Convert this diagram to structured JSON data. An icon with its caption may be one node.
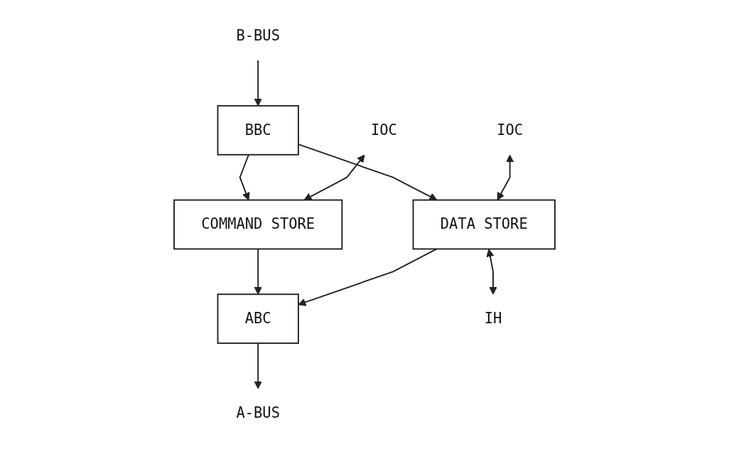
{
  "diagram": {
    "nodes": [
      {
        "text": [
          "B-BUS"
        ]
      },
      {
        "text": [
          "BBC"
        ]
      },
      {
        "text": [
          "COMMAND STORE"
        ]
      },
      {
        "text": [
          "DATA STORE"
        ]
      },
      {
        "text": [
          "ABC"
        ]
      },
      {
        "text": [
          "A-BUS"
        ]
      },
      {
        "text": [
          "IOC"
        ]
      },
      {
        "text": [
          "IOC"
        ]
      },
      {
        "text": [
          "IH"
        ]
      }
    ],
    "edges": [
      {
        "from": 0,
        "to": 1,
        "arrow": "to"
      },
      {
        "from": 1,
        "to": 2,
        "arrow": "to"
      },
      {
        "from": 1,
        "to": 3,
        "arrow": "to"
      },
      {
        "from": 6,
        "to": 2,
        "arrow": "both"
      },
      {
        "from": 7,
        "to": 3,
        "arrow": "both"
      },
      {
        "from": 3,
        "to": 8,
        "arrow": "both"
      },
      {
        "from": 2,
        "to": 4,
        "arrow": "to"
      },
      {
        "from": 3,
        "to": 4,
        "arrow": "to"
      },
      {
        "from": 4,
        "to": 5,
        "arrow": "to"
      }
    ]
  }
}
